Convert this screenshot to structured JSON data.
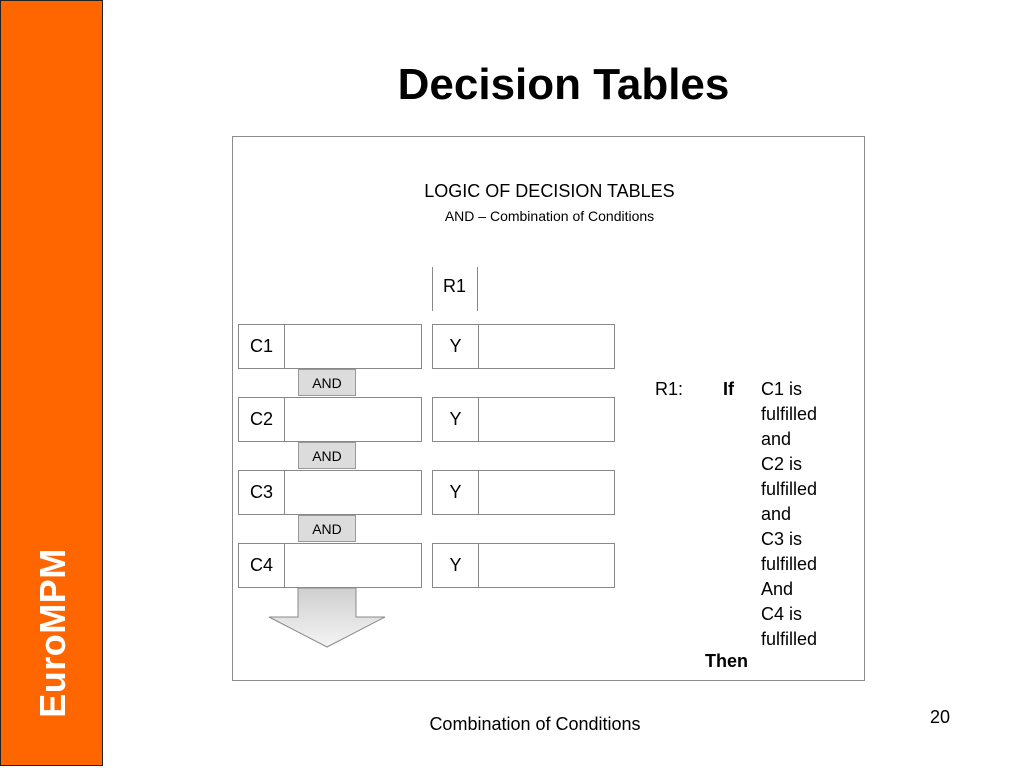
{
  "brand": "EuroMPM",
  "title": "Decision Tables",
  "diagram": {
    "heading": "LOGIC OF DECISION TABLES",
    "subheading": "AND – Combination of Conditions",
    "rule_label": "R1",
    "conditions": [
      {
        "label": "C1",
        "value": "Y"
      },
      {
        "label": "C2",
        "value": "Y"
      },
      {
        "label": "C3",
        "value": "Y"
      },
      {
        "label": "C4",
        "value": "Y"
      }
    ],
    "and_label": "AND",
    "explanation": {
      "rule": "R1:",
      "if_word": "If",
      "lines": [
        "C1 is",
        "fulfilled",
        "and",
        "C2 is",
        "fulfilled",
        "and",
        "C3 is",
        "fulfilled",
        "And",
        "C4 is",
        "fulfilled"
      ],
      "then_word": "Then"
    }
  },
  "footer": "Combination of Conditions",
  "page_number": "20",
  "colors": {
    "sidebar": "#ff6600",
    "and_box": "#dcdcdc",
    "border": "#888888"
  }
}
